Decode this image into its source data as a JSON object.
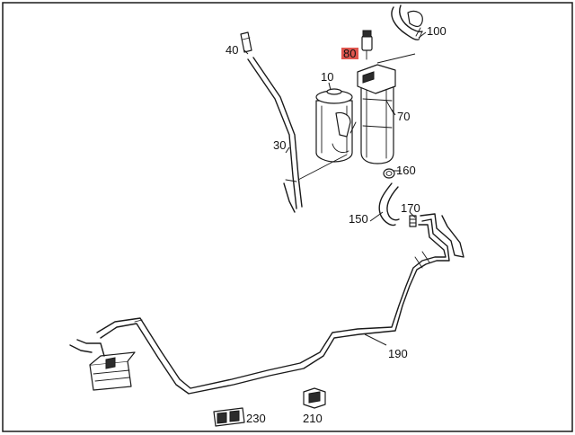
{
  "diagram": {
    "border_color": "#1a1a1a",
    "highlight_color": "#e0564f",
    "callouts": [
      {
        "id": "10",
        "text": "10",
        "highlighted": false
      },
      {
        "id": "30",
        "text": "30",
        "highlighted": false
      },
      {
        "id": "40",
        "text": "40",
        "highlighted": false
      },
      {
        "id": "70",
        "text": "70",
        "highlighted": false
      },
      {
        "id": "80",
        "text": "80",
        "highlighted": true
      },
      {
        "id": "100",
        "text": "100",
        "highlighted": false
      },
      {
        "id": "150",
        "text": "150",
        "highlighted": false
      },
      {
        "id": "160",
        "text": "160",
        "highlighted": false
      },
      {
        "id": "170",
        "text": "170",
        "highlighted": false
      },
      {
        "id": "190",
        "text": "190",
        "highlighted": false
      },
      {
        "id": "210",
        "text": "210",
        "highlighted": false
      },
      {
        "id": "230",
        "text": "230",
        "highlighted": false
      }
    ]
  }
}
